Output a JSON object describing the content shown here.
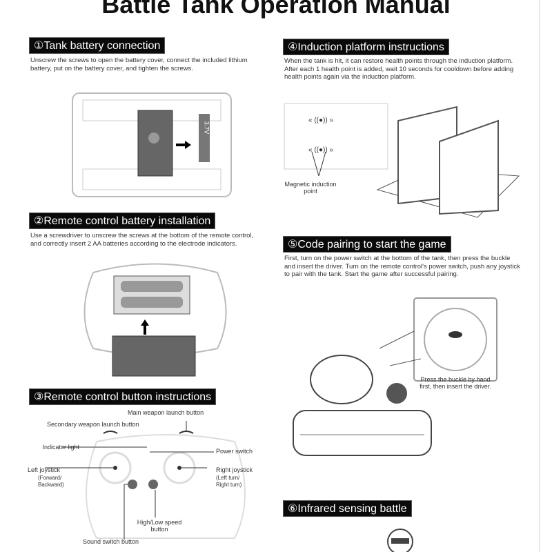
{
  "title": "Battle Tank Operation Manual",
  "sections": [
    {
      "heading": "①Tank battery connection",
      "text": "Unscrew the screws to open the battery cover, connect the included lithium battery, put on the battery cover, and tighten the screws.",
      "battery_label": "3.7V"
    },
    {
      "heading": "②Remote control battery installation",
      "text": "Use a screwdriver to unscrew the screws at the bottom of the remote control, and correctly insert 2 AA batteries according to the electrode indicators."
    },
    {
      "heading": "③Remote control button instructions",
      "labels": {
        "main": "Main weapon launch button",
        "secondary": "Secondary weapon launch button",
        "indicator": "Indicator light",
        "power": "Power switch",
        "left": "Left joystick",
        "left_sub": "(Forward/ Backward)",
        "right": "Right joystick",
        "right_sub": "(Left turn/ Right turn)",
        "speed": "High/Low speed button",
        "sound": "Sound switch button"
      }
    },
    {
      "heading": "④Induction platform instructions",
      "text": "When the tank is hit, it can restore health points through the induction platform. After each 1 health point is added, wait 10 seconds for cooldown before adding health points again via the induction platform.",
      "magnetic": "Magnetic induction point"
    },
    {
      "heading": "⑤Code pairing to start the game",
      "text": "First, turn on the power switch at the bottom of the tank, then press the buckle and insert the driver. Turn on the remote control's power switch, push any joystick to pair with the tank. Start the game after successful pairing.",
      "buckle": "Press the buckle by hand first, then insert the driver."
    },
    {
      "heading": "⑥Infrared sensing battle"
    }
  ]
}
